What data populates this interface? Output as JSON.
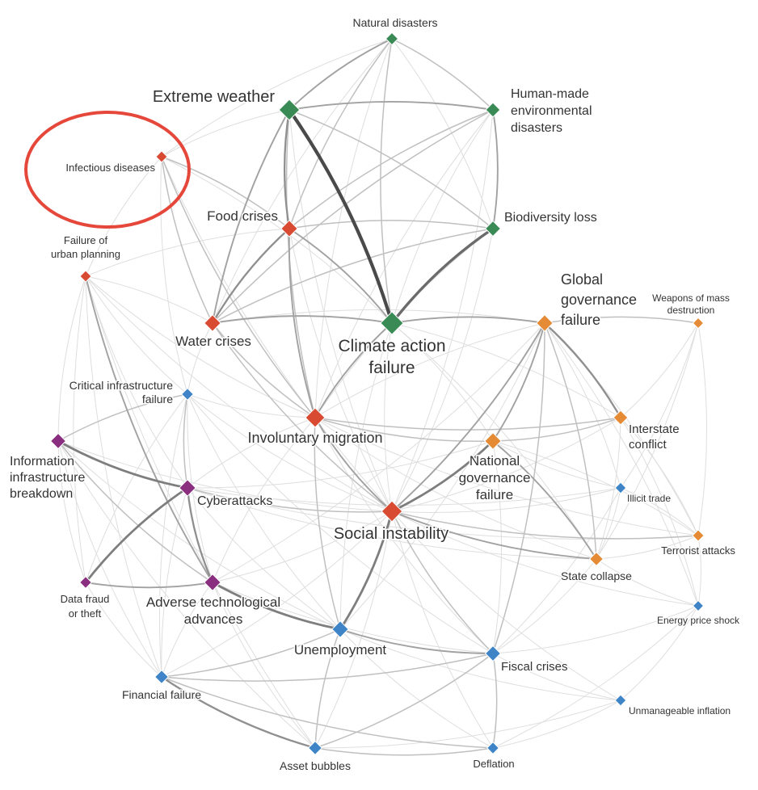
{
  "colors": {
    "environmental": "#3a8a55",
    "societal": "#d94a32",
    "geopolitical": "#e58a35",
    "technological": "#8a2f7f",
    "economic": "#3f84c6",
    "highlight_circle": "#e5483a"
  },
  "highlight": {
    "node": "infectious"
  },
  "nodes": [
    {
      "id": "natural",
      "label": [
        "Natural disasters"
      ],
      "category": "environmental",
      "weight": 1
    },
    {
      "id": "extreme",
      "label": [
        "Extreme weather"
      ],
      "category": "environmental",
      "weight": 3
    },
    {
      "id": "humanmade",
      "label": [
        "Human-made",
        "environmental",
        "disasters"
      ],
      "category": "environmental",
      "weight": 1.5
    },
    {
      "id": "infectious",
      "label": [
        "Infectious diseases"
      ],
      "category": "societal",
      "weight": 0.8
    },
    {
      "id": "food",
      "label": [
        "Food crises"
      ],
      "category": "societal",
      "weight": 2
    },
    {
      "id": "biodiv",
      "label": [
        "Biodiversity loss"
      ],
      "category": "environmental",
      "weight": 1.7
    },
    {
      "id": "urban",
      "label": [
        "Failure of",
        "urban planning"
      ],
      "category": "societal",
      "weight": 0.8
    },
    {
      "id": "globalgov",
      "label": [
        "Global",
        "governance",
        "failure"
      ],
      "category": "geopolitical",
      "weight": 2
    },
    {
      "id": "wmd",
      "label": [
        "Weapons of mass",
        "destruction"
      ],
      "category": "geopolitical",
      "weight": 0.6
    },
    {
      "id": "water",
      "label": [
        "Water crises"
      ],
      "category": "societal",
      "weight": 2
    },
    {
      "id": "climate",
      "label": [
        "Climate action",
        "failure"
      ],
      "category": "environmental",
      "weight": 3.5
    },
    {
      "id": "critinfra",
      "label": [
        "Critical infrastructure",
        "failure"
      ],
      "category": "economic",
      "weight": 0.9
    },
    {
      "id": "interstate",
      "label": [
        "Interstate",
        "conflict"
      ],
      "category": "geopolitical",
      "weight": 1.5
    },
    {
      "id": "infobreak",
      "label": [
        "Information",
        "infrastructure",
        "breakdown"
      ],
      "category": "technological",
      "weight": 1.7
    },
    {
      "id": "involuntary",
      "label": [
        "Involuntary migration"
      ],
      "category": "societal",
      "weight": 2.7
    },
    {
      "id": "national",
      "label": [
        "National",
        "governance",
        "failure"
      ],
      "category": "geopolitical",
      "weight": 2
    },
    {
      "id": "cyber",
      "label": [
        "Cyberattacks"
      ],
      "category": "technological",
      "weight": 2
    },
    {
      "id": "illicit",
      "label": [
        "Illicit trade"
      ],
      "category": "economic",
      "weight": 0.7
    },
    {
      "id": "social",
      "label": [
        "Social instability"
      ],
      "category": "societal",
      "weight": 3
    },
    {
      "id": "terrorist",
      "label": [
        "Terrorist attacks"
      ],
      "category": "geopolitical",
      "weight": 0.8
    },
    {
      "id": "datafraud",
      "label": [
        "Data fraud",
        "or theft"
      ],
      "category": "technological",
      "weight": 0.9
    },
    {
      "id": "advtech",
      "label": [
        "Adverse technological",
        "advances"
      ],
      "category": "technological",
      "weight": 2
    },
    {
      "id": "statecollapse",
      "label": [
        "State collapse"
      ],
      "category": "geopolitical",
      "weight": 1.3
    },
    {
      "id": "energy",
      "label": [
        "Energy price shock"
      ],
      "category": "economic",
      "weight": 0.6
    },
    {
      "id": "unemployment",
      "label": [
        "Unemployment"
      ],
      "category": "economic",
      "weight": 2
    },
    {
      "id": "fiscal",
      "label": [
        "Fiscal crises"
      ],
      "category": "economic",
      "weight": 1.7
    },
    {
      "id": "financial",
      "label": [
        "Financial failure"
      ],
      "category": "economic",
      "weight": 1.3
    },
    {
      "id": "inflation",
      "label": [
        "Unmanageable inflation"
      ],
      "category": "economic",
      "weight": 0.7
    },
    {
      "id": "asset",
      "label": [
        "Asset bubbles"
      ],
      "category": "economic",
      "weight": 1.3
    },
    {
      "id": "deflation",
      "label": [
        "Deflation"
      ],
      "category": "economic",
      "weight": 0.9
    }
  ],
  "edges": [
    [
      "extreme",
      "climate",
      5
    ],
    [
      "biodiv",
      "climate",
      4
    ],
    [
      "social",
      "unemployment",
      3
    ],
    [
      "infobreak",
      "cyber",
      3
    ],
    [
      "cyber",
      "datafraud",
      3
    ],
    [
      "advtech",
      "unemployment",
      3
    ],
    [
      "social",
      "national",
      3
    ],
    [
      "globalgov",
      "interstate",
      2.5
    ],
    [
      "extreme",
      "food",
      2.5
    ],
    [
      "food",
      "water",
      2.5
    ],
    [
      "cyber",
      "advtech",
      2.5
    ],
    [
      "financial",
      "asset",
      2.5
    ],
    [
      "extreme",
      "water",
      2
    ],
    [
      "natural",
      "extreme",
      2
    ],
    [
      "extreme",
      "humanmade",
      2
    ],
    [
      "humanmade",
      "biodiv",
      2
    ],
    [
      "water",
      "climate",
      2
    ],
    [
      "climate",
      "globalgov",
      2
    ],
    [
      "food",
      "climate",
      2
    ],
    [
      "food",
      "involuntary",
      2
    ],
    [
      "involuntary",
      "social",
      2
    ],
    [
      "involuntary",
      "climate",
      2
    ],
    [
      "globalgov",
      "social",
      2
    ],
    [
      "unemployment",
      "fiscal",
      2
    ],
    [
      "datafraud",
      "advtech",
      2
    ],
    [
      "social",
      "statecollapse",
      2
    ],
    [
      "urban",
      "advtech",
      2
    ],
    [
      "globalgov",
      "national",
      2
    ],
    [
      "national",
      "statecollapse",
      2
    ],
    [
      "natural",
      "climate",
      1.5
    ],
    [
      "natural",
      "humanmade",
      1.5
    ],
    [
      "natural",
      "food",
      1.5
    ],
    [
      "humanmade",
      "food",
      1.5
    ],
    [
      "humanmade",
      "water",
      1.5
    ],
    [
      "biodiv",
      "food",
      1.5
    ],
    [
      "biodiv",
      "water",
      1.5
    ],
    [
      "extreme",
      "involuntary",
      1.5
    ],
    [
      "extreme",
      "biodiv",
      1.5
    ],
    [
      "water",
      "involuntary",
      1.5
    ],
    [
      "water",
      "social",
      1.5
    ],
    [
      "involuntary",
      "national",
      1.5
    ],
    [
      "involuntary",
      "interstate",
      1.5
    ],
    [
      "involuntary",
      "unemployment",
      1.5
    ],
    [
      "social",
      "fiscal",
      1.5
    ],
    [
      "social",
      "cyber",
      1.5
    ],
    [
      "social",
      "terrorist",
      1.5
    ],
    [
      "national",
      "interstate",
      1.5
    ],
    [
      "globalgov",
      "fiscal",
      1.5
    ],
    [
      "globalgov",
      "statecollapse",
      1.5
    ],
    [
      "globalgov",
      "wmd",
      1.5
    ],
    [
      "fiscal",
      "asset",
      1.5
    ],
    [
      "fiscal",
      "financial",
      1.5
    ],
    [
      "fiscal",
      "deflation",
      1.5
    ],
    [
      "unemployment",
      "asset",
      1.5
    ],
    [
      "unemployment",
      "financial",
      1.5
    ],
    [
      "cyber",
      "critinfra",
      1.5
    ],
    [
      "infobreak",
      "advtech",
      1.5
    ],
    [
      "financial",
      "deflation",
      1.5
    ],
    [
      "asset",
      "deflation",
      1.5
    ],
    [
      "critinfra",
      "infobreak",
      1.5
    ],
    [
      "infectious",
      "water",
      1.5
    ],
    [
      "infectious",
      "involuntary",
      1.5
    ],
    [
      "infectious",
      "food",
      1.5
    ],
    [
      "natural",
      "water",
      1
    ],
    [
      "natural",
      "biodiv",
      1
    ],
    [
      "natural",
      "involuntary",
      1
    ],
    [
      "natural",
      "infectious",
      1
    ],
    [
      "extreme",
      "infectious",
      1
    ],
    [
      "extreme",
      "social",
      1
    ],
    [
      "humanmade",
      "climate",
      1
    ],
    [
      "humanmade",
      "involuntary",
      1
    ],
    [
      "humanmade",
      "social",
      1
    ],
    [
      "food",
      "social",
      1
    ],
    [
      "food",
      "biodiv",
      1
    ],
    [
      "biodiv",
      "involuntary",
      1
    ],
    [
      "biodiv",
      "social",
      1
    ],
    [
      "climate",
      "social",
      1
    ],
    [
      "climate",
      "national",
      1
    ],
    [
      "climate",
      "interstate",
      1
    ],
    [
      "climate",
      "statecollapse",
      1
    ],
    [
      "climate",
      "unemployment",
      1
    ],
    [
      "globalgov",
      "involuntary",
      1
    ],
    [
      "globalgov",
      "terrorist",
      1
    ],
    [
      "globalgov",
      "illicit",
      1
    ],
    [
      "globalgov",
      "unemployment",
      1
    ],
    [
      "globalgov",
      "energy",
      1
    ],
    [
      "globalgov",
      "advtech",
      1
    ],
    [
      "globalgov",
      "water",
      1
    ],
    [
      "interstate",
      "statecollapse",
      1
    ],
    [
      "interstate",
      "terrorist",
      1
    ],
    [
      "interstate",
      "wmd",
      1
    ],
    [
      "interstate",
      "social",
      1
    ],
    [
      "interstate",
      "energy",
      1
    ],
    [
      "national",
      "terrorist",
      1
    ],
    [
      "national",
      "illicit",
      1
    ],
    [
      "national",
      "fiscal",
      1
    ],
    [
      "statecollapse",
      "terrorist",
      1
    ],
    [
      "statecollapse",
      "involuntary",
      1
    ],
    [
      "statecollapse",
      "fiscal",
      1
    ],
    [
      "statecollapse",
      "illicit",
      1
    ],
    [
      "social",
      "advtech",
      1
    ],
    [
      "social",
      "financial",
      1
    ],
    [
      "social",
      "asset",
      1
    ],
    [
      "social",
      "deflation",
      1
    ],
    [
      "social",
      "inflation",
      1
    ],
    [
      "social",
      "critinfra",
      1
    ],
    [
      "social",
      "infobreak",
      1
    ],
    [
      "social",
      "urban",
      1
    ],
    [
      "social",
      "energy",
      1
    ],
    [
      "social",
      "illicit",
      1
    ],
    [
      "involuntary",
      "cyber",
      1
    ],
    [
      "involuntary",
      "urban",
      1
    ],
    [
      "involuntary",
      "fiscal",
      1
    ],
    [
      "involuntary",
      "critinfra",
      1
    ],
    [
      "involuntary",
      "terrorist",
      1
    ],
    [
      "involuntary",
      "advtech",
      1
    ],
    [
      "unemployment",
      "cyber",
      1
    ],
    [
      "unemployment",
      "deflation",
      1
    ],
    [
      "unemployment",
      "inflation",
      1
    ],
    [
      "unemployment",
      "critinfra",
      1
    ],
    [
      "fiscal",
      "inflation",
      1
    ],
    [
      "fiscal",
      "energy",
      1
    ],
    [
      "fiscal",
      "advtech",
      1
    ],
    [
      "fiscal",
      "critinfra",
      1
    ],
    [
      "financial",
      "advtech",
      1
    ],
    [
      "financial",
      "critinfra",
      1
    ],
    [
      "financial",
      "infobreak",
      1
    ],
    [
      "financial",
      "urban",
      1
    ],
    [
      "financial",
      "datafraud",
      1
    ],
    [
      "asset",
      "inflation",
      1
    ],
    [
      "asset",
      "advtech",
      1
    ],
    [
      "deflation",
      "inflation",
      1
    ],
    [
      "deflation",
      "energy",
      1
    ],
    [
      "inflation",
      "energy",
      1
    ],
    [
      "energy",
      "terrorist",
      1
    ],
    [
      "energy",
      "statecollapse",
      1
    ],
    [
      "terrorist",
      "illicit",
      1
    ],
    [
      "terrorist",
      "wmd",
      1
    ],
    [
      "terrorist",
      "cyber",
      1
    ],
    [
      "wmd",
      "statecollapse",
      1
    ],
    [
      "wmd",
      "illicit",
      1
    ],
    [
      "illicit",
      "fiscal",
      1
    ],
    [
      "illicit",
      "cyber",
      1
    ],
    [
      "cyber",
      "national",
      1
    ],
    [
      "cyber",
      "financial",
      1
    ],
    [
      "cyber",
      "statecollapse",
      1
    ],
    [
      "cyber",
      "urban",
      1
    ],
    [
      "advtech",
      "critinfra",
      1
    ],
    [
      "advtech",
      "infobreak",
      1
    ],
    [
      "critinfra",
      "urban",
      1
    ],
    [
      "critinfra",
      "water",
      1
    ],
    [
      "critinfra",
      "datafraud",
      1
    ],
    [
      "infobreak",
      "datafraud",
      1
    ],
    [
      "infobreak",
      "urban",
      1
    ],
    [
      "infobreak",
      "unemployment",
      1
    ],
    [
      "infobreak",
      "asset",
      1
    ],
    [
      "urban",
      "water",
      1
    ],
    [
      "urban",
      "infectious",
      1
    ],
    [
      "urban",
      "food",
      1
    ],
    [
      "urban",
      "datafraud",
      1
    ],
    [
      "urban",
      "asset",
      1
    ],
    [
      "infectious",
      "social",
      1
    ],
    [
      "infectious",
      "climate",
      1
    ],
    [
      "infectious",
      "critinfra",
      1
    ]
  ]
}
